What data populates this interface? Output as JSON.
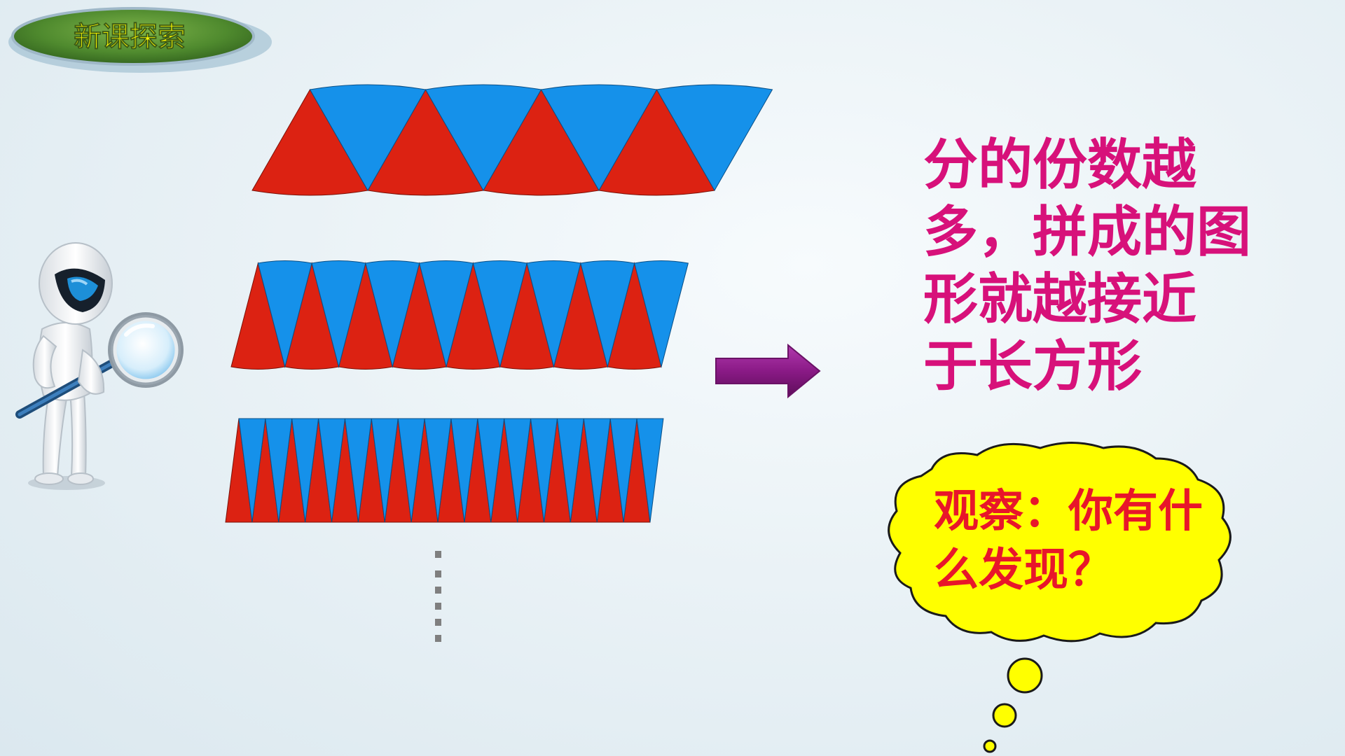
{
  "slide": {
    "title": "新课探索",
    "statement_lines": [
      "分的份数越",
      "多，拼成的图",
      "形就越接近",
      "于长方形"
    ],
    "question_lines": [
      "观察：你有什",
      "么发现？"
    ]
  },
  "colors": {
    "sector_red": "#dc2212",
    "sector_blue": "#1591ea",
    "statement_text": "#d7117a",
    "question_text": "#e8162a",
    "cloud_fill": "#ffff00",
    "arrow": "#8a1a86",
    "title_text": "#f5f300",
    "title_pill": "#4f8a2e"
  },
  "icons": {
    "investigator": "figure-with-magnifier-icon",
    "arrow": "right-arrow-icon",
    "ellipsis": "vertical-dots-icon"
  },
  "figures": [
    {
      "sectors_per_color": 4
    },
    {
      "sectors_per_color": 8
    },
    {
      "sectors_per_color": 16
    }
  ]
}
